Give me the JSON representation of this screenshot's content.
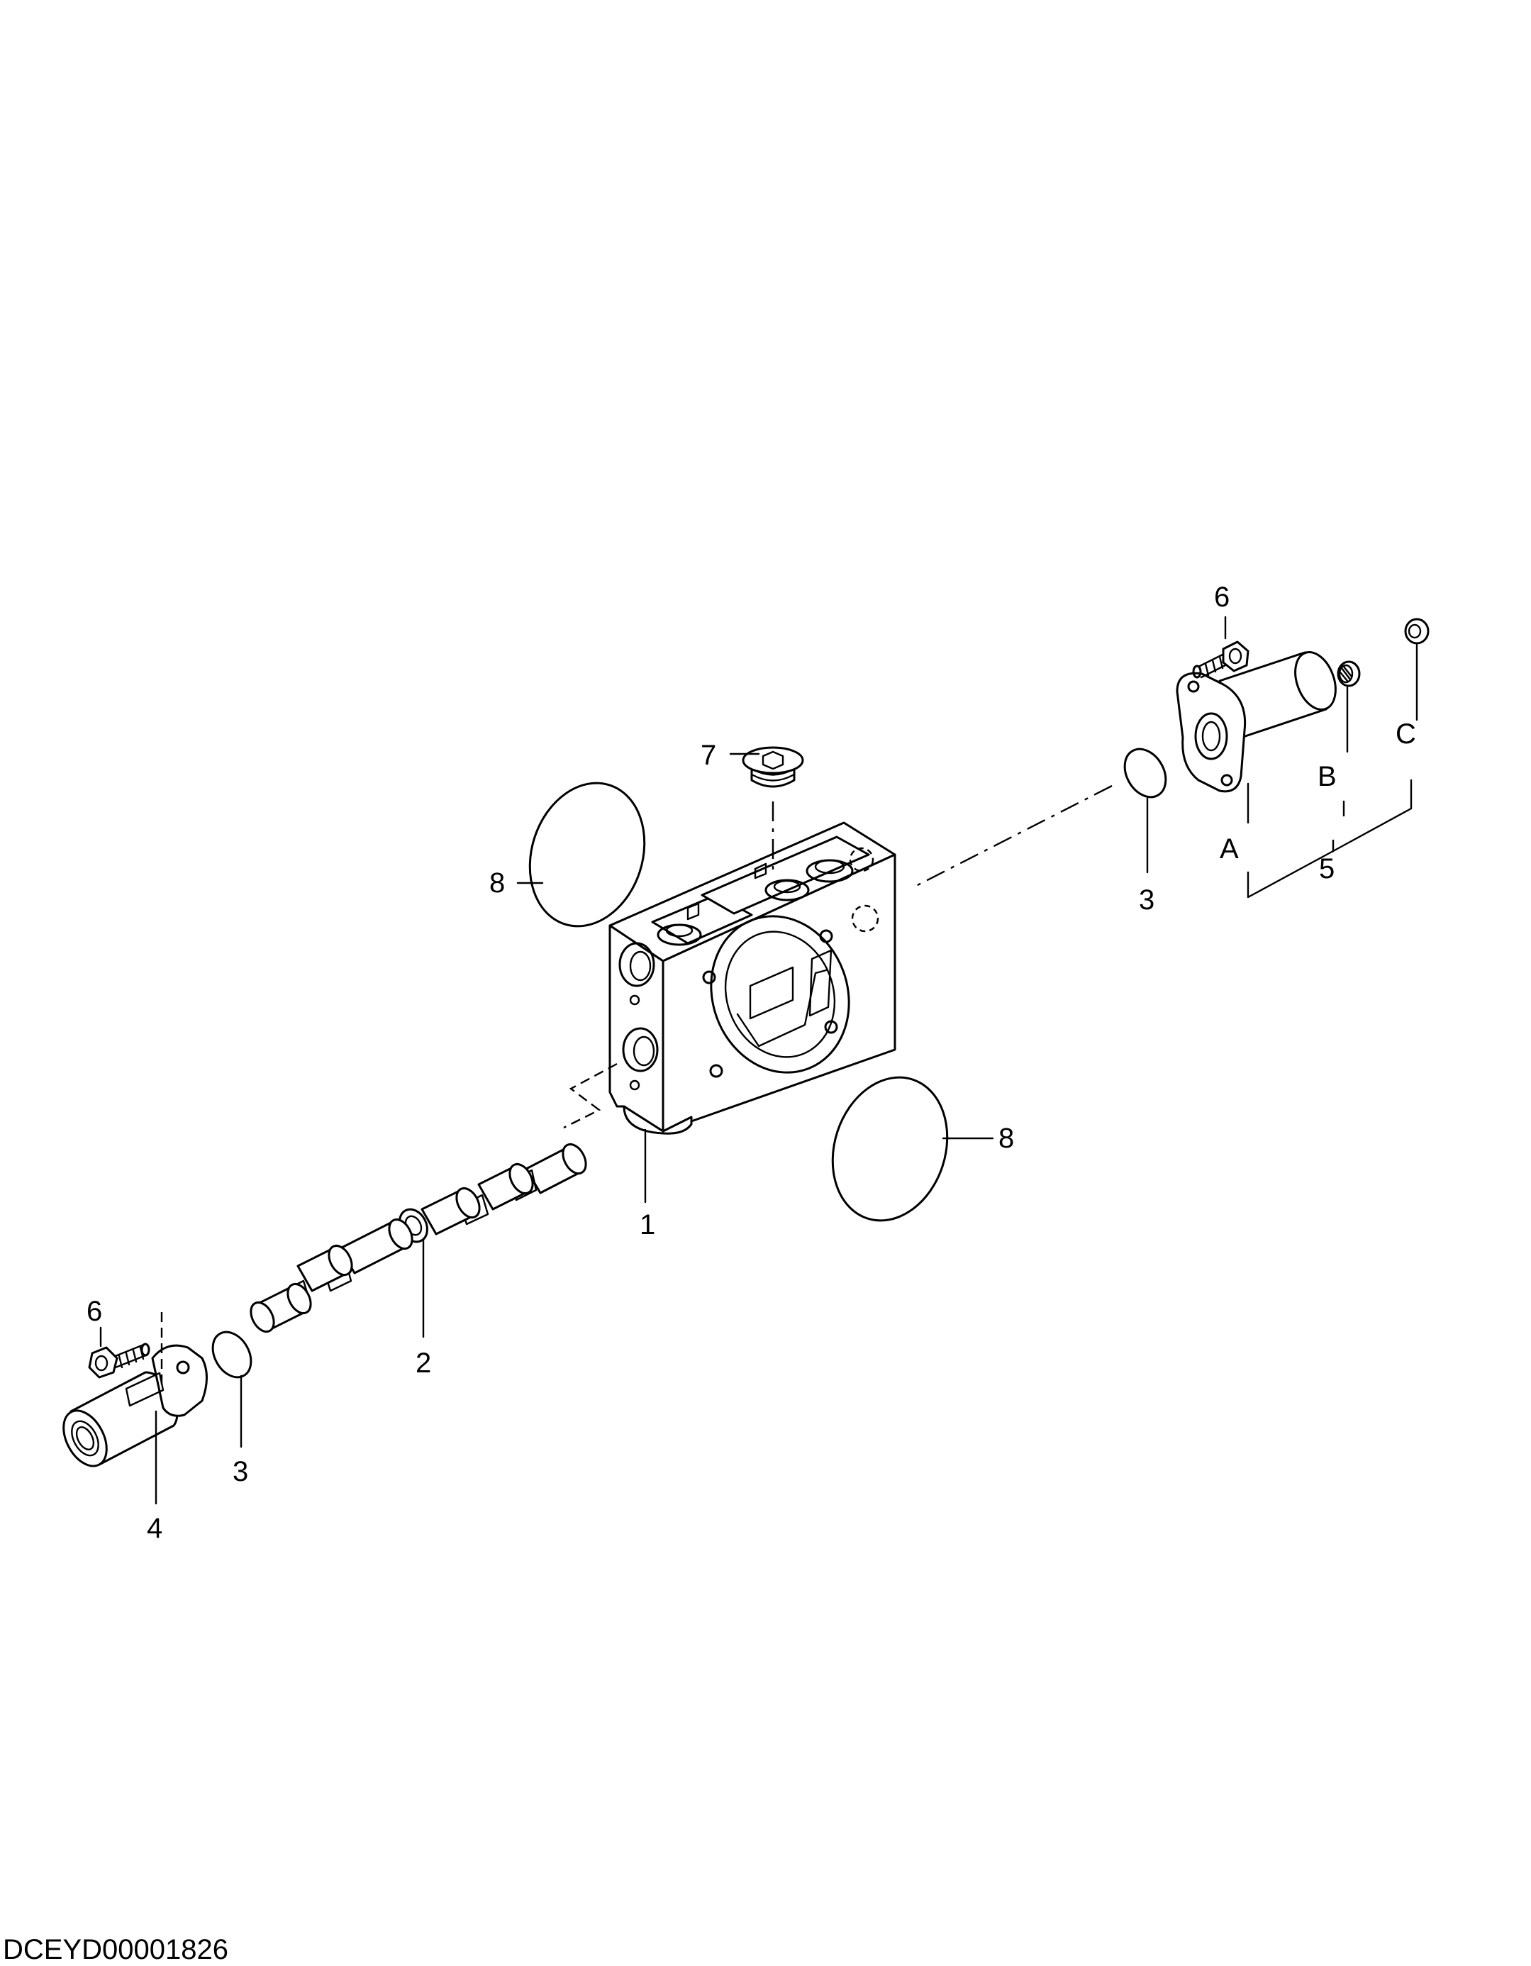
{
  "document_id": "DCEYD00001826",
  "callouts": {
    "c1": "1",
    "c2": "2",
    "c3_left": "3",
    "c3_right": "3",
    "c4": "4",
    "c5": "5",
    "c6_left": "6",
    "c6_right": "6",
    "c7": "7",
    "c8_top": "8",
    "c8_bottom": "8",
    "cA": "A",
    "cB": "B",
    "cC": "C"
  }
}
